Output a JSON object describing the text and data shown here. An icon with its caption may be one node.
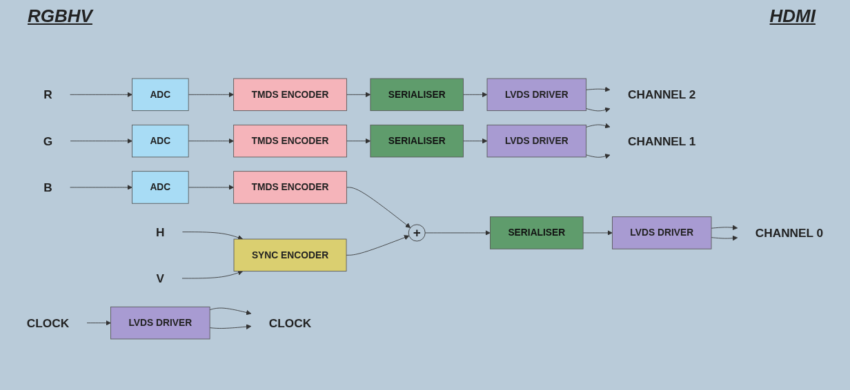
{
  "diagram": {
    "nodes": [
      {
        "text": [
          "R"
        ]
      },
      {
        "text": [
          "ADC"
        ]
      },
      {
        "text": [
          "TMDS ENCODER"
        ]
      },
      {
        "text": [
          "SERIALISER"
        ]
      },
      {
        "text": [
          "LVDS DRIVER"
        ]
      },
      {
        "text": [
          "CHANNEL 2"
        ]
      },
      {
        "text": [
          "G"
        ]
      },
      {
        "text": [
          "ADC"
        ]
      },
      {
        "text": [
          "TMDS ENCODER"
        ]
      },
      {
        "text": [
          "SERIALISER"
        ]
      },
      {
        "text": [
          "LVDS DRIVER"
        ]
      },
      {
        "text": [
          "CHANNEL 1"
        ]
      },
      {
        "text": [
          "B"
        ]
      },
      {
        "text": [
          "ADC"
        ]
      },
      {
        "text": [
          "TMDS ENCODER"
        ]
      },
      {
        "text": [
          "+"
        ]
      },
      {
        "text": [
          "SERIALISER"
        ]
      },
      {
        "text": [
          "LVDS DRIVER"
        ]
      },
      {
        "text": [
          "CHANNEL 0"
        ]
      },
      {
        "text": [
          "H"
        ]
      },
      {
        "text": [
          "V"
        ]
      },
      {
        "text": [
          "SYNC ENCODER"
        ]
      },
      {
        "text": [
          "CLOCK"
        ]
      },
      {
        "text": [
          "LVDS DRIVER"
        ]
      },
      {
        "text": [
          "CLOCK"
        ]
      }
    ],
    "edges": [
      {
        "from": 0,
        "to": 1,
        "arrow": "to"
      },
      {
        "from": 1,
        "to": 2,
        "arrow": "to"
      },
      {
        "from": 2,
        "to": 3,
        "arrow": "to"
      },
      {
        "from": 3,
        "to": 4,
        "arrow": "to"
      },
      {
        "from": 4,
        "to": 5,
        "arrow": "to"
      },
      {
        "from": 4,
        "to": 5,
        "arrow": "to"
      },
      {
        "from": 6,
        "to": 7,
        "arrow": "to"
      },
      {
        "from": 7,
        "to": 8,
        "arrow": "to"
      },
      {
        "from": 8,
        "to": 9,
        "arrow": "to"
      },
      {
        "from": 9,
        "to": 10,
        "arrow": "to"
      },
      {
        "from": 10,
        "to": 11,
        "arrow": "to"
      },
      {
        "from": 10,
        "to": 11,
        "arrow": "to"
      },
      {
        "from": 12,
        "to": 13,
        "arrow": "to"
      },
      {
        "from": 13,
        "to": 14,
        "arrow": "to"
      },
      {
        "from": 14,
        "to": 15,
        "arrow": "to"
      },
      {
        "from": 15,
        "to": 16,
        "arrow": "to"
      },
      {
        "from": 16,
        "to": 17,
        "arrow": "to"
      },
      {
        "from": 17,
        "to": 18,
        "arrow": "to"
      },
      {
        "from": 17,
        "to": 18,
        "arrow": "to"
      },
      {
        "from": 19,
        "to": 21,
        "arrow": "to"
      },
      {
        "from": 20,
        "to": 21,
        "arrow": "to"
      },
      {
        "from": 21,
        "to": 15,
        "arrow": "to"
      },
      {
        "from": 22,
        "to": 23,
        "arrow": "to"
      },
      {
        "from": 23,
        "to": 24,
        "arrow": "to"
      },
      {
        "from": 23,
        "to": 24,
        "arrow": "to"
      }
    ],
    "labels": [
      "RGBHV",
      "HDMI"
    ]
  }
}
